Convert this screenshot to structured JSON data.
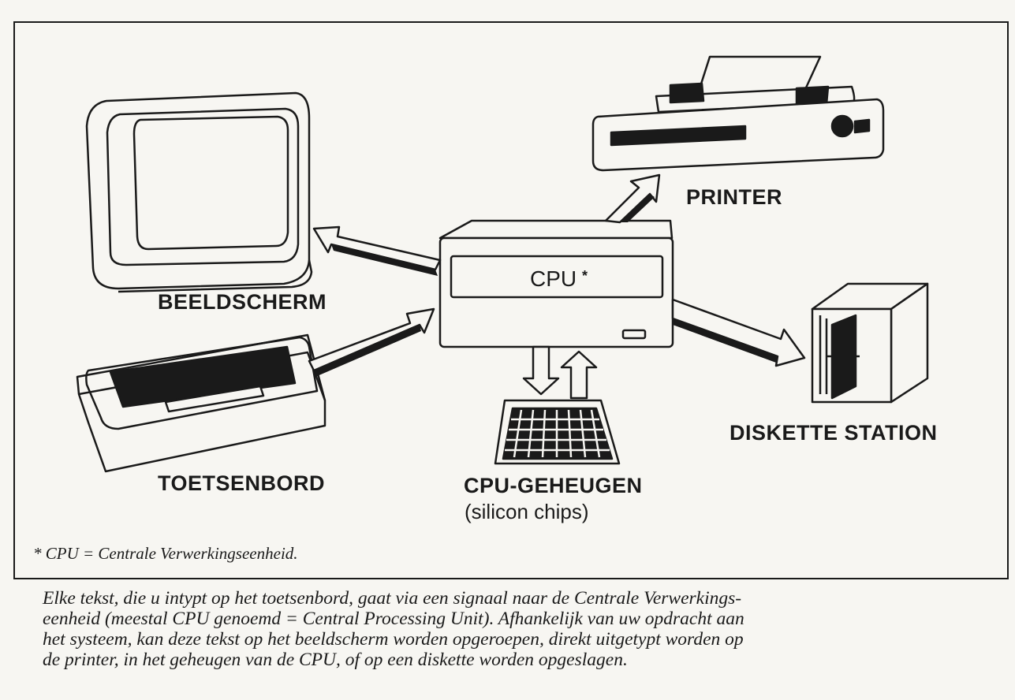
{
  "diagram": {
    "components": {
      "monitor": "BEELDSCHERM",
      "keyboard": "TOETSENBORD",
      "printer": "PRINTER",
      "disk_drive": "DISKETTE STATION",
      "memory": "CPU-GEHEUGEN",
      "memory_sub": "(silicon chips)",
      "cpu": "CPU",
      "cpu_star": "*"
    },
    "footnote": "*  CPU = Centrale Verwerkingseenheid."
  },
  "caption": {
    "lines": [
      "Elke tekst, die u intypt op het toetsenbord, gaat via een signaal naar de Centrale Verwerkings-",
      "eenheid (meestal CPU genoemd = Central Processing Unit). Afhankelijk van uw opdracht aan",
      "het systeem, kan deze tekst op het beeldscherm worden opgeroepen, direkt uitgetypt worden op",
      "de printer, in het geheugen van de CPU, of op een diskette worden opgeslagen."
    ]
  }
}
